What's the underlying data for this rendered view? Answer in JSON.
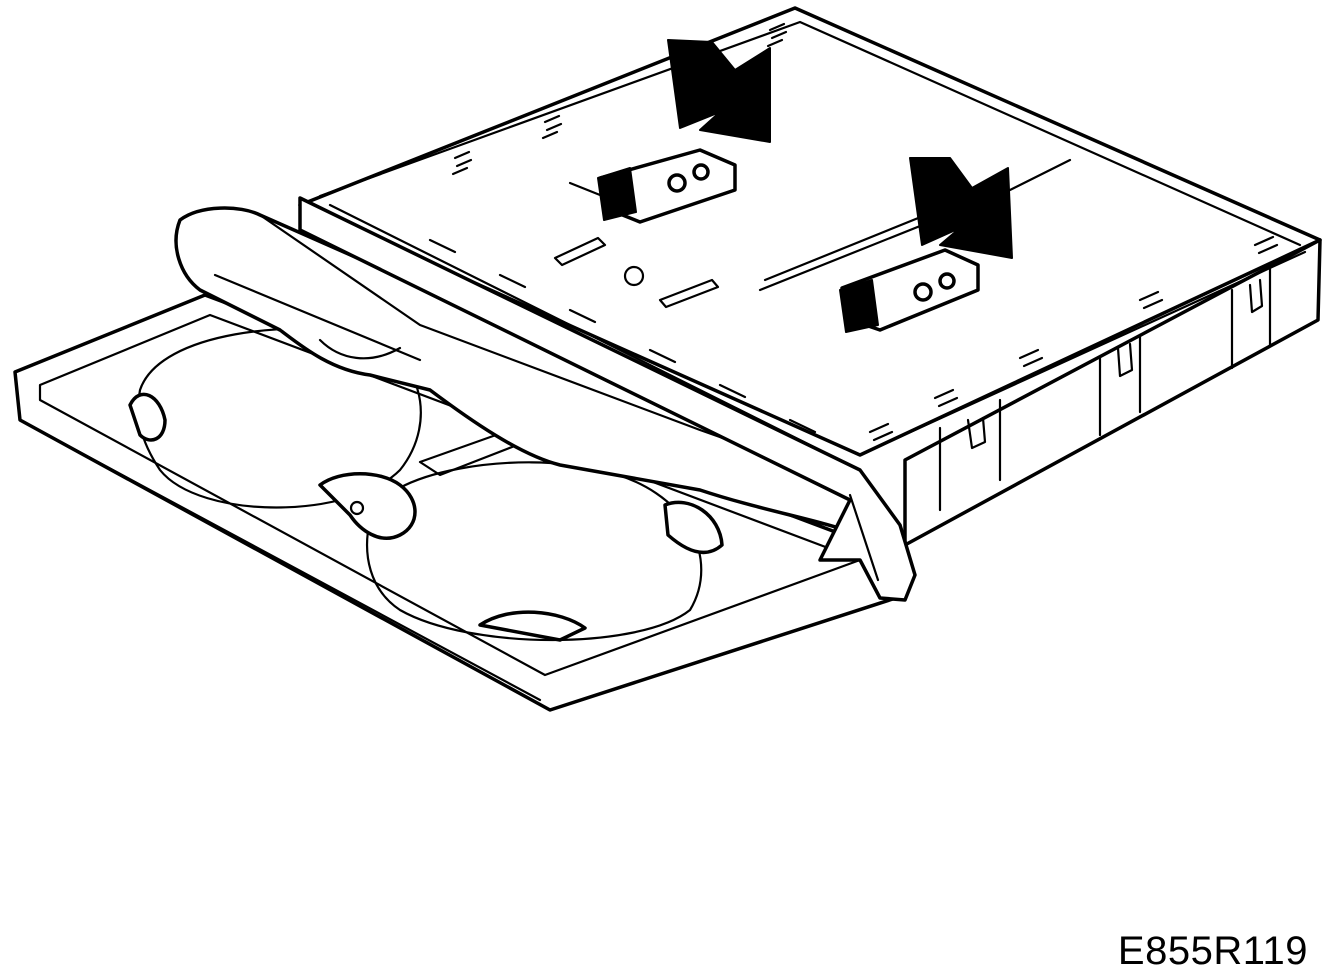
{
  "figure": {
    "code": "E855R119",
    "subject": "cup-holder-tray-assembly",
    "callouts": [
      "arrow-pointer",
      "arrow-pointer"
    ]
  }
}
